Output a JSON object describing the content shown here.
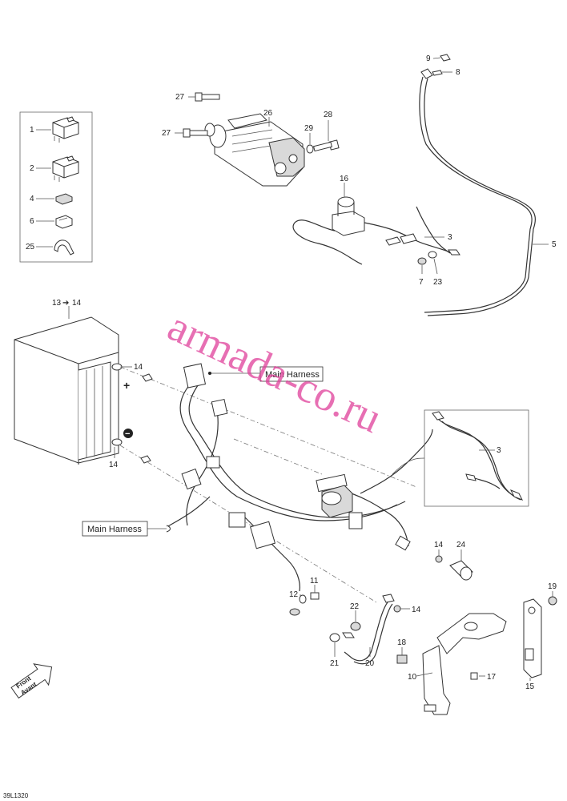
{
  "labels": {
    "p1": "1",
    "p2": "2",
    "p3a": "3",
    "p3b": "3",
    "p4": "4",
    "p5": "5",
    "p6": "6",
    "p7": "7",
    "p8": "8",
    "p9": "9",
    "p10": "10",
    "p11": "11",
    "p12": "12",
    "p13": "13",
    "p13to14": "➔",
    "p14a": "14",
    "p14b": "14",
    "p14c": "14",
    "p14d": "14",
    "p14top": "14",
    "p15": "15",
    "p16": "16",
    "p17": "17",
    "p18": "18",
    "p19": "19",
    "p20": "20",
    "p21": "21",
    "p22": "22",
    "p23": "23",
    "p24": "24",
    "p25": "25",
    "p26": "26",
    "p27a": "27",
    "p27b": "27",
    "p28": "28",
    "p29": "29"
  },
  "callouts": {
    "main_harness_top": "Main Harness",
    "main_harness_left": "Main Harness"
  },
  "signs": {
    "plus": "+",
    "minus": "−"
  },
  "front_arrow": {
    "line1": "Front",
    "line2": "Avant"
  },
  "watermark": "armada-co.ru",
  "reference_code": "39L1320"
}
